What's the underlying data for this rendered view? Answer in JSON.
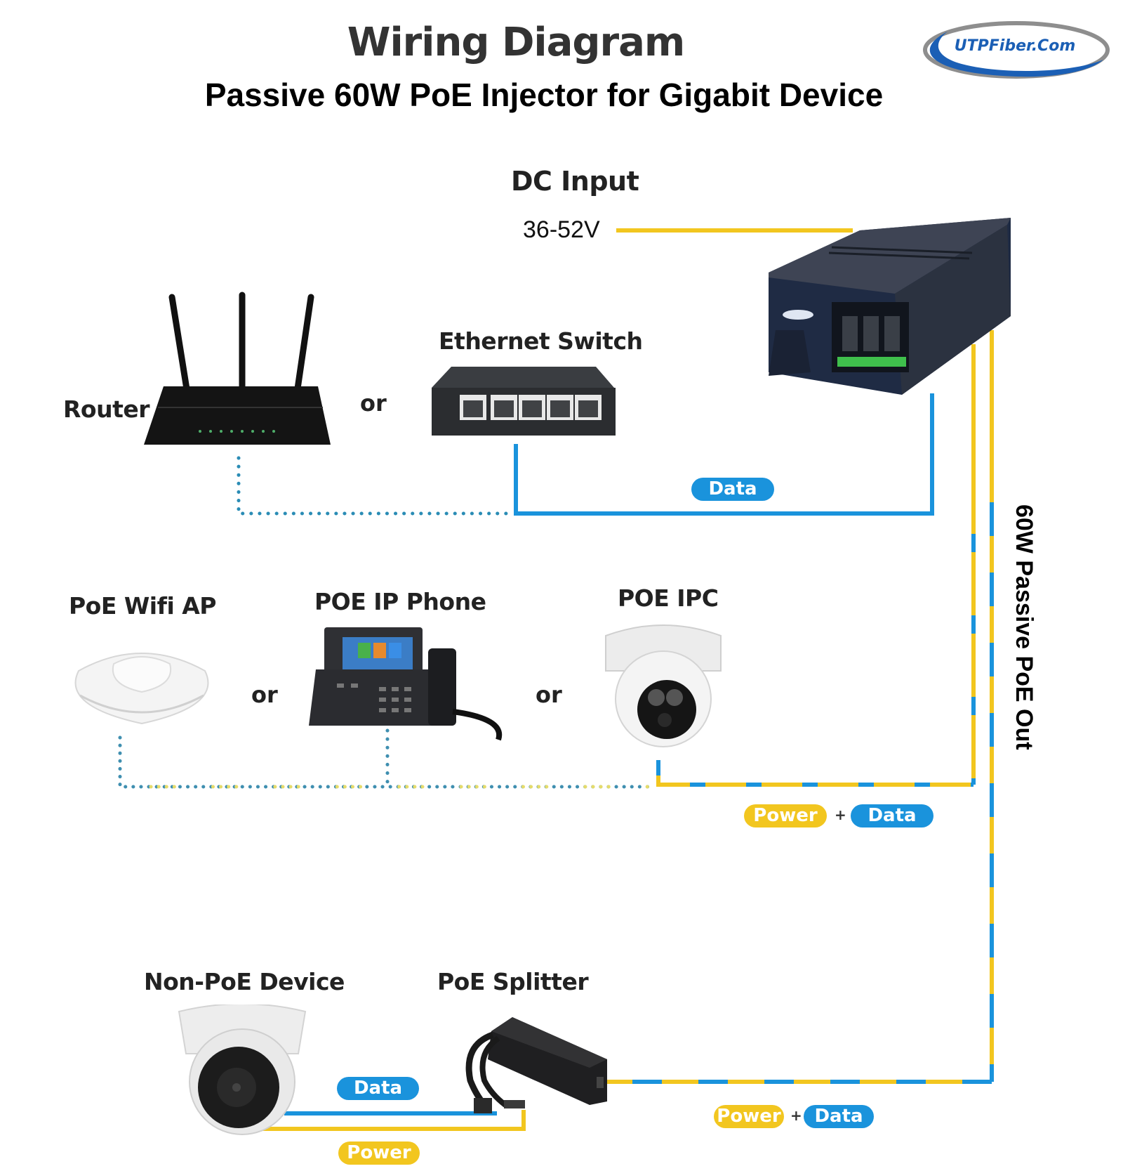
{
  "header": {
    "title": "Wiring Diagram",
    "subtitle": "Passive 60W PoE Injector for Gigabit Device",
    "logo_text": "UTPFiber.Com"
  },
  "colors": {
    "power": "#f2c61f",
    "data": "#1a93dc",
    "injector": "#1f2b44",
    "text": "#222222"
  },
  "injector": {
    "input_label": "DC Input",
    "input_voltage": "36-52V",
    "output_label": "60W Passive PoE Out"
  },
  "sections": {
    "top": {
      "devices": [
        {
          "label": "Router",
          "icon": "router-icon"
        },
        {
          "label": "Ethernet Switch",
          "icon": "switch-icon"
        }
      ],
      "separator": "or",
      "cable_badges": [
        "Data"
      ]
    },
    "middle": {
      "devices": [
        {
          "label": "PoE Wifi AP",
          "icon": "access-point-icon"
        },
        {
          "label": "POE IP Phone",
          "icon": "ip-phone-icon"
        },
        {
          "label": "POE IPC",
          "icon": "dome-camera-icon"
        }
      ],
      "separators": [
        "or",
        "or"
      ],
      "cable_badges": [
        "Power",
        "+",
        "Data"
      ]
    },
    "bottom": {
      "devices": [
        {
          "label": "Non-PoE Device",
          "icon": "turret-camera-icon"
        },
        {
          "label": "PoE Splitter",
          "icon": "splitter-icon"
        }
      ],
      "split_badges": [
        "Data",
        "Power"
      ],
      "cable_badges": [
        "Power",
        "+",
        "Data"
      ]
    }
  }
}
